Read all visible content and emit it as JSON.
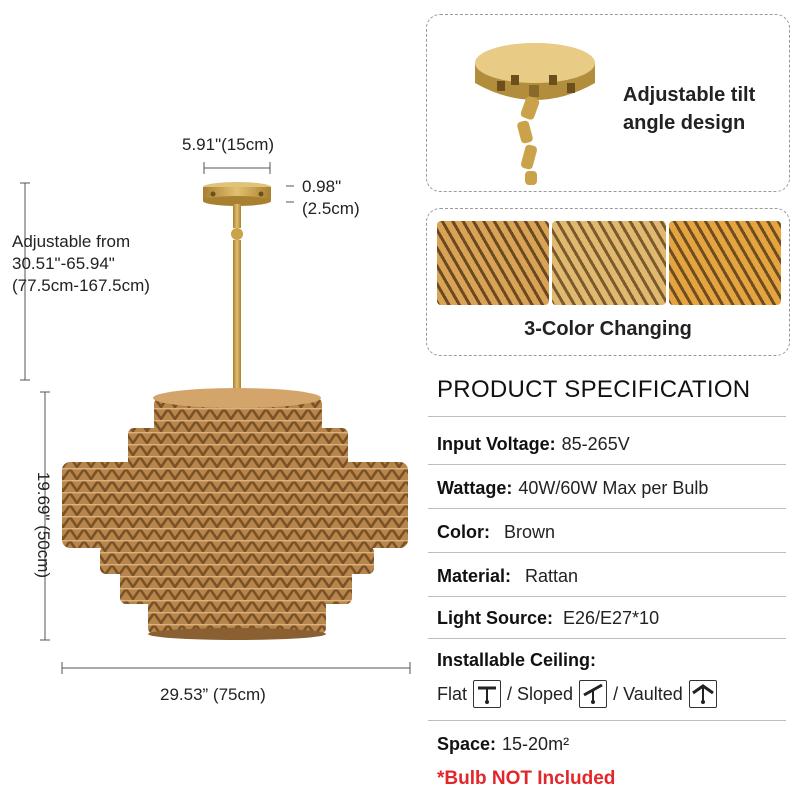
{
  "dimensions": {
    "canopy_width": "5.91\"(15cm)",
    "canopy_height_in": "0.98\"",
    "canopy_height_cm": "(2.5cm)",
    "adjustable_line1": "Adjustable from",
    "adjustable_line2": "30.51\"-65.94\"",
    "adjustable_line3": "(77.5cm-167.5cm)",
    "shade_height": "19.69\" (50cm)",
    "shade_width": "29.53” (75cm)"
  },
  "feature_cards": {
    "tilt_line1": "Adjustable tilt",
    "tilt_line2": "angle design",
    "color_changing": "3-Color Changing"
  },
  "spec": {
    "title": "PRODUCT SPECIFICATION",
    "rows": [
      {
        "label": "Input Voltage:",
        "value": "85-265V"
      },
      {
        "label": "Wattage:",
        "value": "40W/60W Max per Bulb"
      },
      {
        "label": "Color:",
        "value": "Brown"
      },
      {
        "label": "Material:",
        "value": "Rattan"
      },
      {
        "label": "Light Source:",
        "value": "E26/E27*10"
      }
    ],
    "ceiling_label": "Installable Ceiling:",
    "ceiling_types": [
      "Flat",
      "/ Sloped",
      "/ Vaulted"
    ],
    "space_label": "Space:",
    "space_value": "15-20m²",
    "bulb_note": "*Bulb NOT Included"
  },
  "colors": {
    "rattan": "#c99a5e",
    "brass": "#c9a24a",
    "warning": "#e3262a"
  }
}
